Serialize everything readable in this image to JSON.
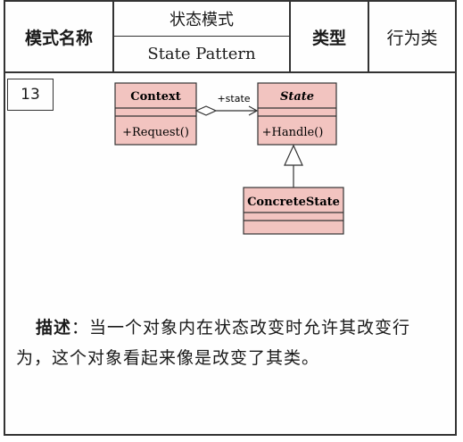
{
  "header": {
    "name_label": "模式名称",
    "pattern_cn": "状态模式",
    "pattern_en": "State Pattern",
    "type_label": "类型",
    "type_value": "行为类"
  },
  "number": "13",
  "uml": {
    "context": {
      "name": "Context",
      "method": "+Request()"
    },
    "state": {
      "name": "State",
      "method": "+Handle()"
    },
    "concrete": {
      "name": "ConcreteState"
    },
    "association_label": "+state"
  },
  "description": {
    "label": "描述",
    "separator": "：",
    "text": "当一个对象内在状态改变时允许其改变行为，这个对象看起来像是改变了其类。"
  },
  "colors": {
    "class_fill": "#f2c4c0",
    "border": "#333333"
  }
}
